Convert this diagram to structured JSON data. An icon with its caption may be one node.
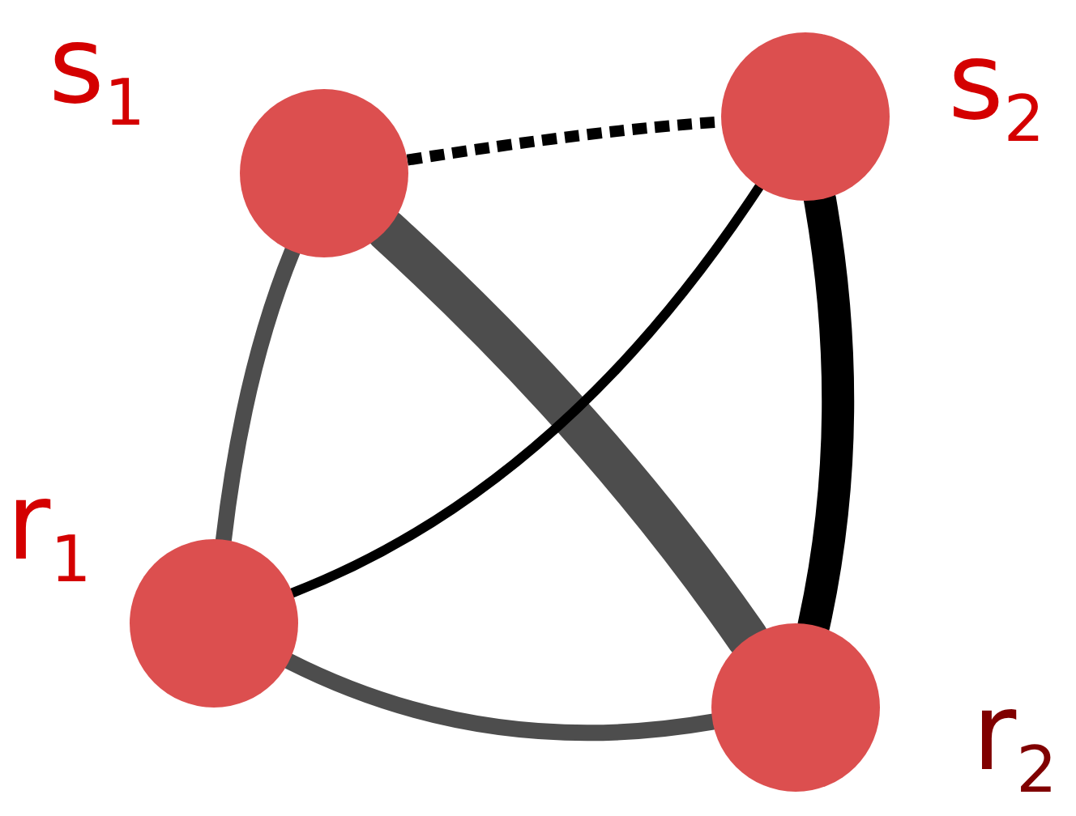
{
  "diagram": {
    "nodes": [
      {
        "text": [],
        "shape": "circle",
        "beside": [
          "s$_{1}$"
        ]
      },
      {
        "text": [],
        "shape": "circle",
        "beside": [
          "s$_{2}$"
        ]
      },
      {
        "text": [],
        "shape": "circle",
        "beside": [
          "r$_{1}$"
        ]
      },
      {
        "text": [],
        "shape": "circle",
        "beside": [
          "r$_{2}$"
        ]
      }
    ],
    "edges": [
      {
        "from": 0,
        "to": 1,
        "arrow": "none",
        "style": "dashed"
      },
      {
        "from": 0,
        "to": 2,
        "arrow": "none",
        "color": "#4d4d4d"
      },
      {
        "from": 0,
        "to": 3,
        "arrow": "none",
        "style": "thick",
        "color": "#4d4d4d"
      },
      {
        "from": 1,
        "to": 2,
        "arrow": "none"
      },
      {
        "from": 1,
        "to": 3,
        "arrow": "none",
        "style": "thick"
      },
      {
        "from": 2,
        "to": 3,
        "arrow": "none",
        "color": "#4d4d4d"
      }
    ]
  }
}
